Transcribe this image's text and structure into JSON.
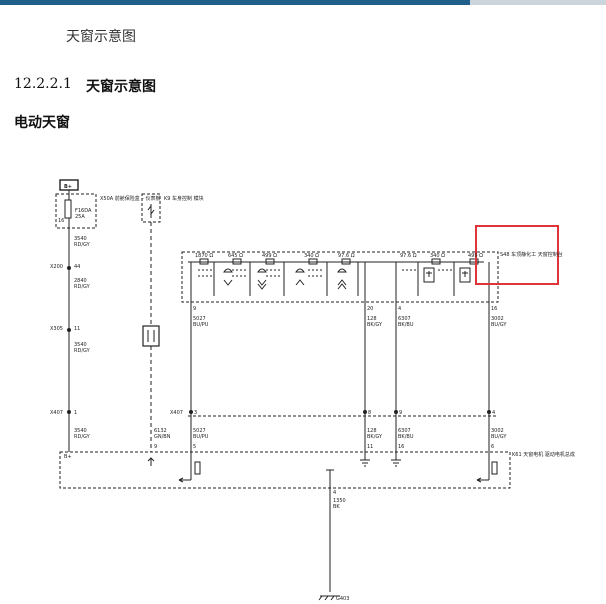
{
  "header": {
    "doc_title": "天窗示意图"
  },
  "section": {
    "number": "12.2.2.1",
    "title": "天窗示意图"
  },
  "subtitle": "电动天窗",
  "diagram": {
    "power": "B+",
    "fuse": {
      "id": "F16DA",
      "rating": "25A",
      "pin": "16"
    },
    "fuse_block_label": "X50A 前舱保险盒 – 仪表板",
    "bcm_label": "K9 车身控制 模块",
    "wire_top_1": "3540",
    "wire_top_2": "RD/GY",
    "x200": "X200",
    "x200_pin": "44",
    "wire_mid_1": "2840",
    "wire_mid_2": "RD/GY",
    "x305": "X305",
    "x305_pin": "11",
    "wire_low_1": "3540",
    "wire_low_2": "RD/GY",
    "x407": "X407",
    "x407_pin": "1",
    "wire_bot_1": "3540",
    "wire_bot_2": "RD/GY",
    "bcm_wire_1": "6132",
    "bcm_wire_2": "GN/BN",
    "bcm_pin": "9",
    "switch_label": "S48 车顶静化工 天窗控制台",
    "module_label": "K61 天窗电机 驱动电机总成",
    "res_labels": [
      "1870 Ω",
      "645 Ω",
      "499 Ω",
      "340 Ω",
      "97.6 Ω",
      "97.6 Ω",
      "340 Ω",
      "499 Ω"
    ],
    "pins_top": [
      "9",
      "20",
      "4",
      "16"
    ],
    "wire_a1": "5027",
    "wire_a2": "BU/PU",
    "wire_b1": "128",
    "wire_b2": "BK/GY",
    "wire_c1": "6307",
    "wire_c2": "BK/BU",
    "wire_d1": "3002",
    "wire_d2": "BU/GY",
    "x407t": "X407",
    "pins_x407": [
      "3",
      "8",
      "9",
      "4"
    ],
    "pins_bottom": [
      "5",
      "11",
      "16",
      "6"
    ],
    "bplus_small": "B+",
    "gnd_pin": "4",
    "gnd_wire_1": "1350",
    "gnd_wire_2": "BK",
    "ground": "G403"
  }
}
